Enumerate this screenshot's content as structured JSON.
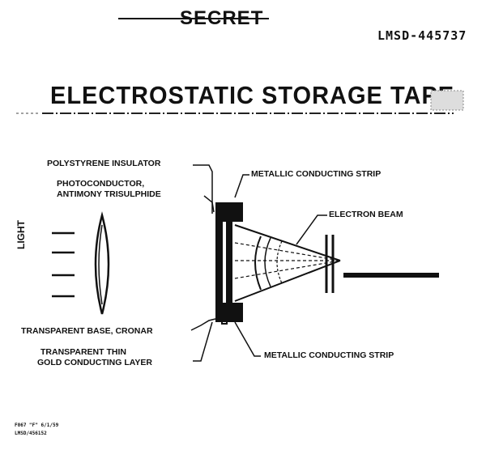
{
  "header": {
    "classification": "SECRET",
    "document_number": "LMSD-445737"
  },
  "title": "ELECTROSTATIC STORAGE TAPE",
  "labels": {
    "polystyrene_insulator": "POLYSTYRENE INSULATOR",
    "photoconductor_line1": "PHOTOCONDUCTOR,",
    "photoconductor_line2": "ANTIMONY TRISULPHIDE",
    "metallic_strip_top": "METALLIC CONDUCTING STRIP",
    "electron_beam": "ELECTRON BEAM",
    "light": "LIGHT",
    "transparent_base": "TRANSPARENT BASE, CRONAR",
    "gold_layer_line1": "TRANSPARENT THIN",
    "gold_layer_line2": "GOLD CONDUCTING LAYER",
    "metallic_strip_bottom": "METALLIC CONDUCTING STRIP"
  },
  "footer": {
    "stamp_line1": "F067 \"F\" 6/1/59",
    "stamp_line2": "LMSD/456152"
  }
}
